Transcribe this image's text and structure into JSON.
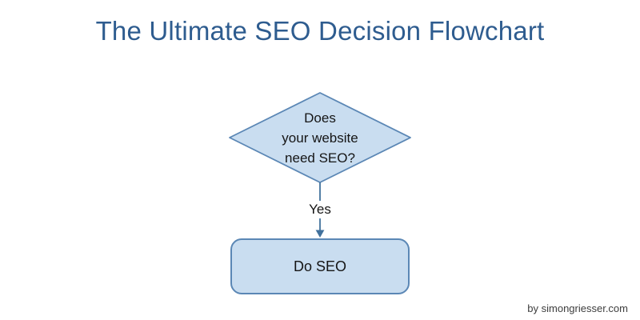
{
  "title": "The Ultimate SEO Decision Flowchart",
  "flowchart": {
    "decision": {
      "line1": "Does",
      "line2": "your website",
      "line3": "need SEO?"
    },
    "connector_label": "Yes",
    "action_label": "Do SEO"
  },
  "attribution": "by simongriesser.com",
  "colors": {
    "title_color": "#2e5c8f",
    "shape_fill": "#c9ddf0",
    "shape_border": "#5b87b5",
    "arrow_color": "#41719c",
    "text_color": "#151515",
    "attribution_color": "#3d3d3d"
  }
}
